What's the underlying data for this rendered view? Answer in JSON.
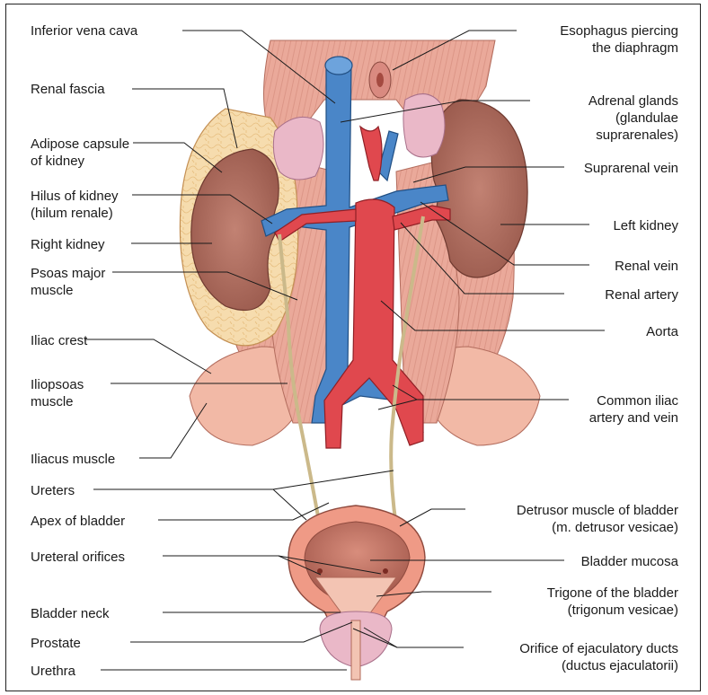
{
  "left_labels": {
    "inferior_vena_cava": [
      "Inferior vena cava"
    ],
    "renal_fascia": [
      "Renal fascia"
    ],
    "adipose_capsule": [
      "Adipose capsule",
      "of kidney"
    ],
    "hilus": [
      "Hilus of kidney",
      "(hilum renale)"
    ],
    "right_kidney": [
      "Right kidney"
    ],
    "psoas": [
      "Psoas major",
      "muscle"
    ],
    "iliac_crest": [
      "Iliac crest"
    ],
    "iliopsoas": [
      "Iliopsoas",
      "muscle"
    ],
    "iliacus": [
      "Iliacus muscle"
    ],
    "ureters": [
      "Ureters"
    ],
    "apex_bladder": [
      "Apex of bladder"
    ],
    "ureteral_orifices": [
      "Ureteral orifices"
    ],
    "bladder_neck": [
      "Bladder neck"
    ],
    "prostate": [
      "Prostate"
    ],
    "urethra": [
      "Urethra"
    ]
  },
  "right_labels": {
    "esophagus": [
      "Esophagus piercing",
      "the diaphragm"
    ],
    "adrenal": [
      "Adrenal glands",
      "(glandulae",
      "suprarenales)"
    ],
    "suprarenal_vein": [
      "Suprarenal vein"
    ],
    "left_kidney": [
      "Left kidney"
    ],
    "renal_vein": [
      "Renal vein"
    ],
    "renal_artery": [
      "Renal artery"
    ],
    "aorta": [
      "Aorta"
    ],
    "common_iliac": [
      "Common iliac",
      "artery and vein"
    ],
    "detrusor": [
      "Detrusor muscle of bladder",
      "(m. detrusor vesicae)"
    ],
    "mucosa": [
      "Bladder mucosa"
    ],
    "trigone": [
      "Trigone of the bladder",
      "(trigonum vesicae)"
    ],
    "ejaculatory": [
      "Orifice of ejaculatory ducts",
      "(ductus ejaculatorii)"
    ]
  },
  "colors": {
    "vein": "#4a86c8",
    "artery": "#e0484e",
    "kidney": "#a8675a",
    "muscle": "#eaa99a",
    "fat": "#f6dcae",
    "adrenal": "#eab8c8",
    "bladder": "#ef9a86"
  }
}
